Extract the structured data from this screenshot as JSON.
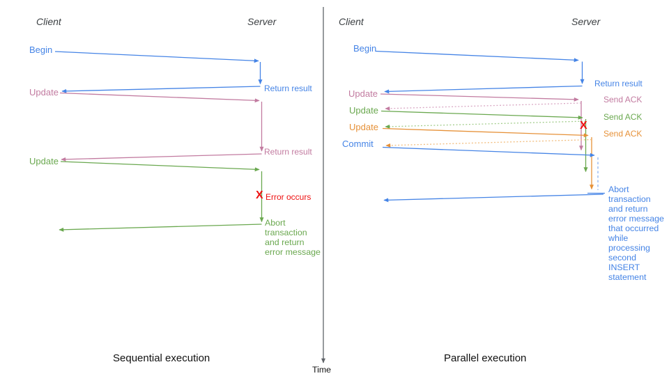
{
  "colors": {
    "blue": "#4584e6",
    "blue_light": "#8fb4f2",
    "pink": "#c27ba0",
    "pink_light": "#d9a7c3",
    "green": "#6aa84f",
    "green_light": "#a3cd8c",
    "orange": "#e69138",
    "orange_light": "#f2bd7d",
    "red": "#ee1111",
    "axis": "#5f6368",
    "header": "#3c4043",
    "text": "#111111"
  },
  "time_axis": {
    "label": "Time"
  },
  "left_panel": {
    "caption": "Sequential execution",
    "client_header": "Client",
    "server_header": "Server",
    "labels": {
      "begin": "Begin",
      "return_result_1": "Return result",
      "update_1": "Update",
      "return_result_2": "Return result",
      "update_2": "Update",
      "error_mark": "X",
      "error_label": "Error occurs",
      "abort_note": "Abort\ntransaction\nand return\nerror message"
    }
  },
  "right_panel": {
    "caption": "Parallel execution",
    "client_header": "Client",
    "server_header": "Server",
    "labels": {
      "begin": "Begin",
      "return_result": "Return result",
      "update_1": "Update",
      "send_ack_1": "Send ACK",
      "update_2": "Update",
      "send_ack_2": "Send ACK",
      "update_3": "Update",
      "send_ack_3": "Send ACK",
      "commit": "Commit",
      "error_mark": "X",
      "abort_note": "Abort\ntransaction\nand return\nerror message\nthat occurred\nwhile\nprocessing\nsecond\nINSERT\nstatement"
    }
  }
}
